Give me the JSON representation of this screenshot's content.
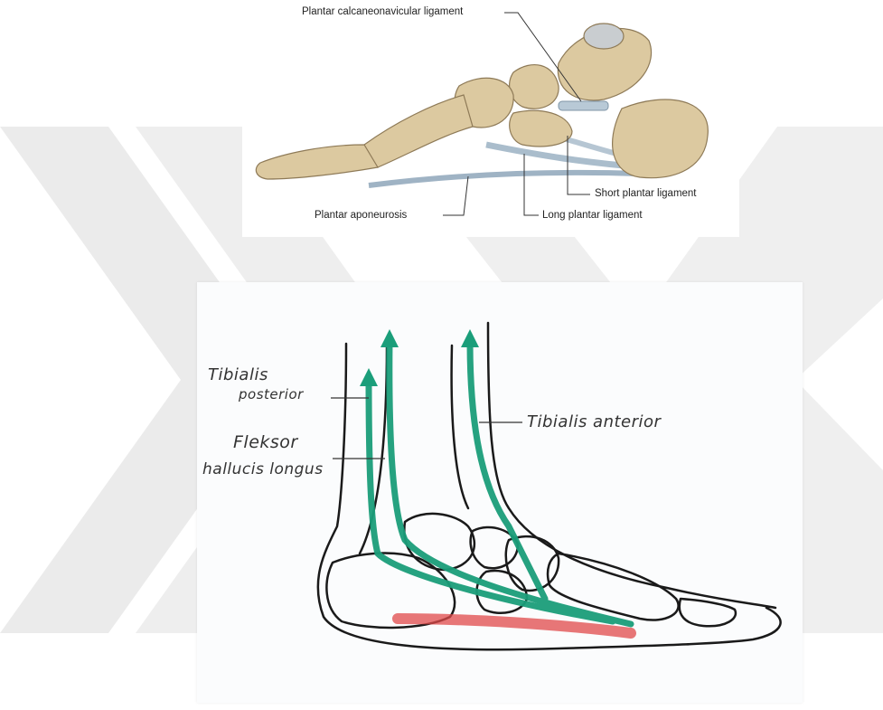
{
  "top_figure": {
    "labels": {
      "calcaneonavicular": "Plantar calcaneonavicular ligament",
      "short_plantar": "Short plantar ligament",
      "aponeurosis": "Plantar aponeurosis",
      "long_plantar": "Long plantar ligament"
    }
  },
  "bottom_figure": {
    "labels": {
      "tib_post_1": "Tibialis",
      "tib_post_2": "posterior",
      "tib_ant": "Tibialis anterior",
      "fhl_1": "Fleksor",
      "fhl_2": "hallucis longus"
    }
  },
  "colors": {
    "tendon_green": "#1b9e7a",
    "ligament_red": "#e04a4a",
    "bone": "#d9c9a3",
    "watermark": "#e9e9e9"
  }
}
